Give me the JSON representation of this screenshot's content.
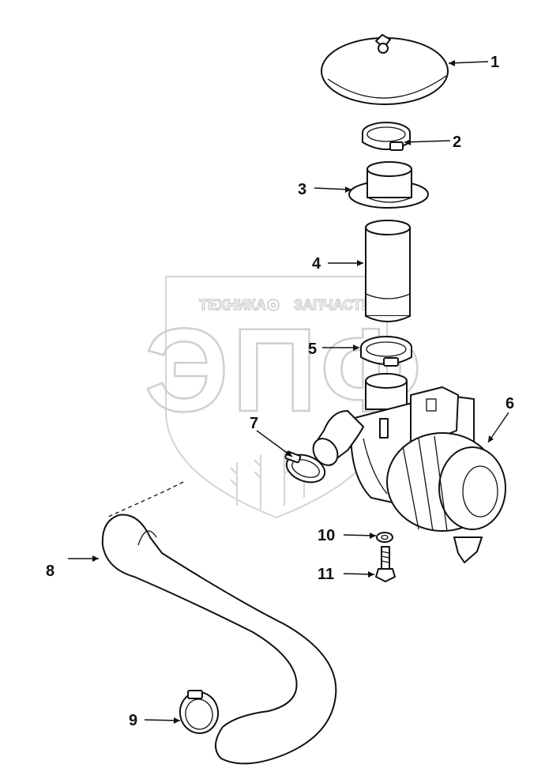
{
  "watermark": {
    "top_text_left": "ТЕХНИКА",
    "top_text_right": "ЗАПЧАСТИ",
    "logo_letters": "ЭПФ",
    "icon": "gear-icon"
  },
  "callouts": [
    {
      "id": "1",
      "label": "1"
    },
    {
      "id": "2",
      "label": "2"
    },
    {
      "id": "3",
      "label": "3"
    },
    {
      "id": "4",
      "label": "4"
    },
    {
      "id": "5",
      "label": "5"
    },
    {
      "id": "6",
      "label": "6"
    },
    {
      "id": "7",
      "label": "7"
    },
    {
      "id": "8",
      "label": "8"
    },
    {
      "id": "9",
      "label": "9"
    },
    {
      "id": "10",
      "label": "10"
    },
    {
      "id": "11",
      "label": "11"
    }
  ],
  "colors": {
    "line": "#111111",
    "watermark": "#cfcfcf",
    "background": "#ffffff"
  }
}
